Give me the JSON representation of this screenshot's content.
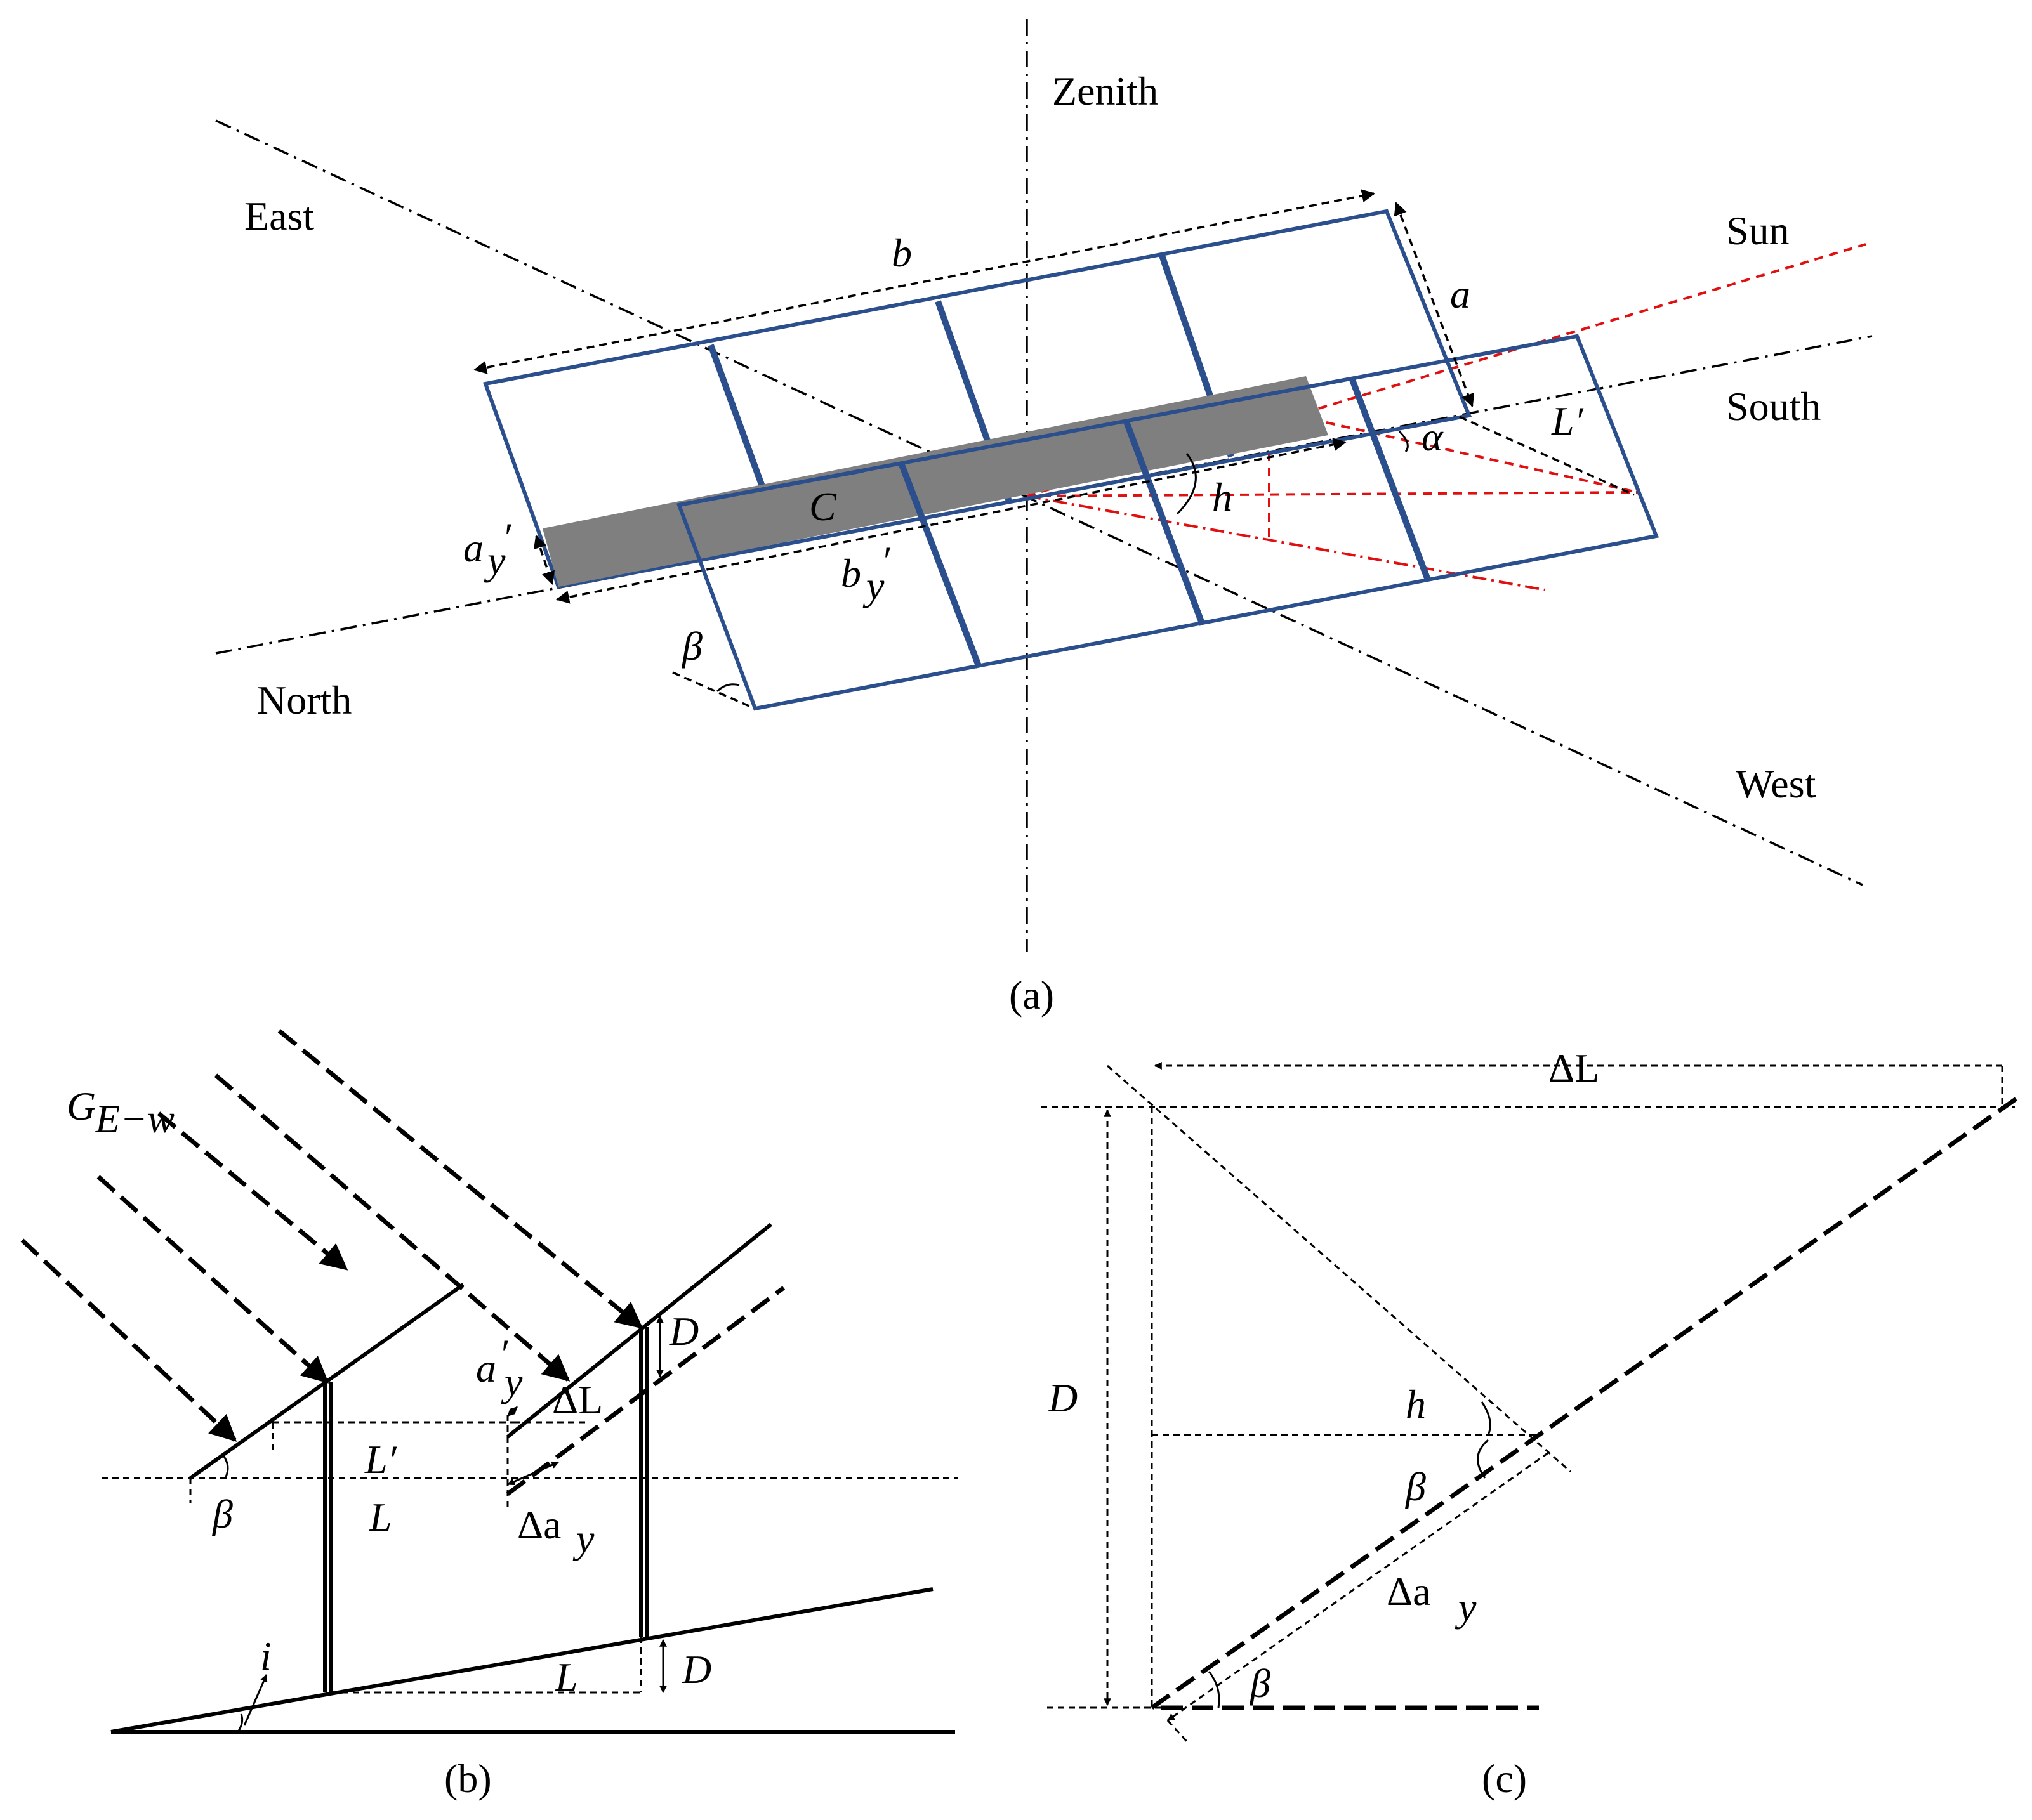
{
  "panel_a": {
    "directions": {
      "zenith": "Zenith",
      "east": "East",
      "north": "North",
      "west": "West",
      "sun": "Sun",
      "south": "South"
    },
    "symbols": {
      "b": "b",
      "a": "a",
      "a_y_prime": "a",
      "a_y_sub": "y",
      "a_y_mark": "′",
      "C": "C",
      "b_y_prime": "b",
      "b_y_sub": "y",
      "b_y_mark": "′",
      "h": "h",
      "alpha": "α",
      "L_prime": "L′",
      "beta": "β"
    },
    "caption": "(a)"
  },
  "panel_b": {
    "symbols": {
      "G": "G",
      "G_sub": "E−w",
      "a_y_prime": "a",
      "a_y_prime_sup": "′",
      "a_y_prime_sub": "y",
      "D_top": "D",
      "delta_L": "ΔL",
      "L_prime": "L′",
      "L": "L",
      "beta": "β",
      "delta_a": "Δa",
      "delta_a_sub": "y",
      "i": "i",
      "L_bottom": "L",
      "D_bottom": "D"
    },
    "caption": "(b)"
  },
  "panel_c": {
    "symbols": {
      "delta_L": "ΔL",
      "D": "D",
      "h": "h",
      "beta_upper": "β",
      "delta_a": "Δa",
      "delta_a_sub": "y",
      "beta_lower": "β"
    },
    "caption": "(c)"
  },
  "colors": {
    "panel_outline": "#2b4e8c",
    "shadow": "#7f7f7f",
    "sun_rays": "#e01010"
  }
}
